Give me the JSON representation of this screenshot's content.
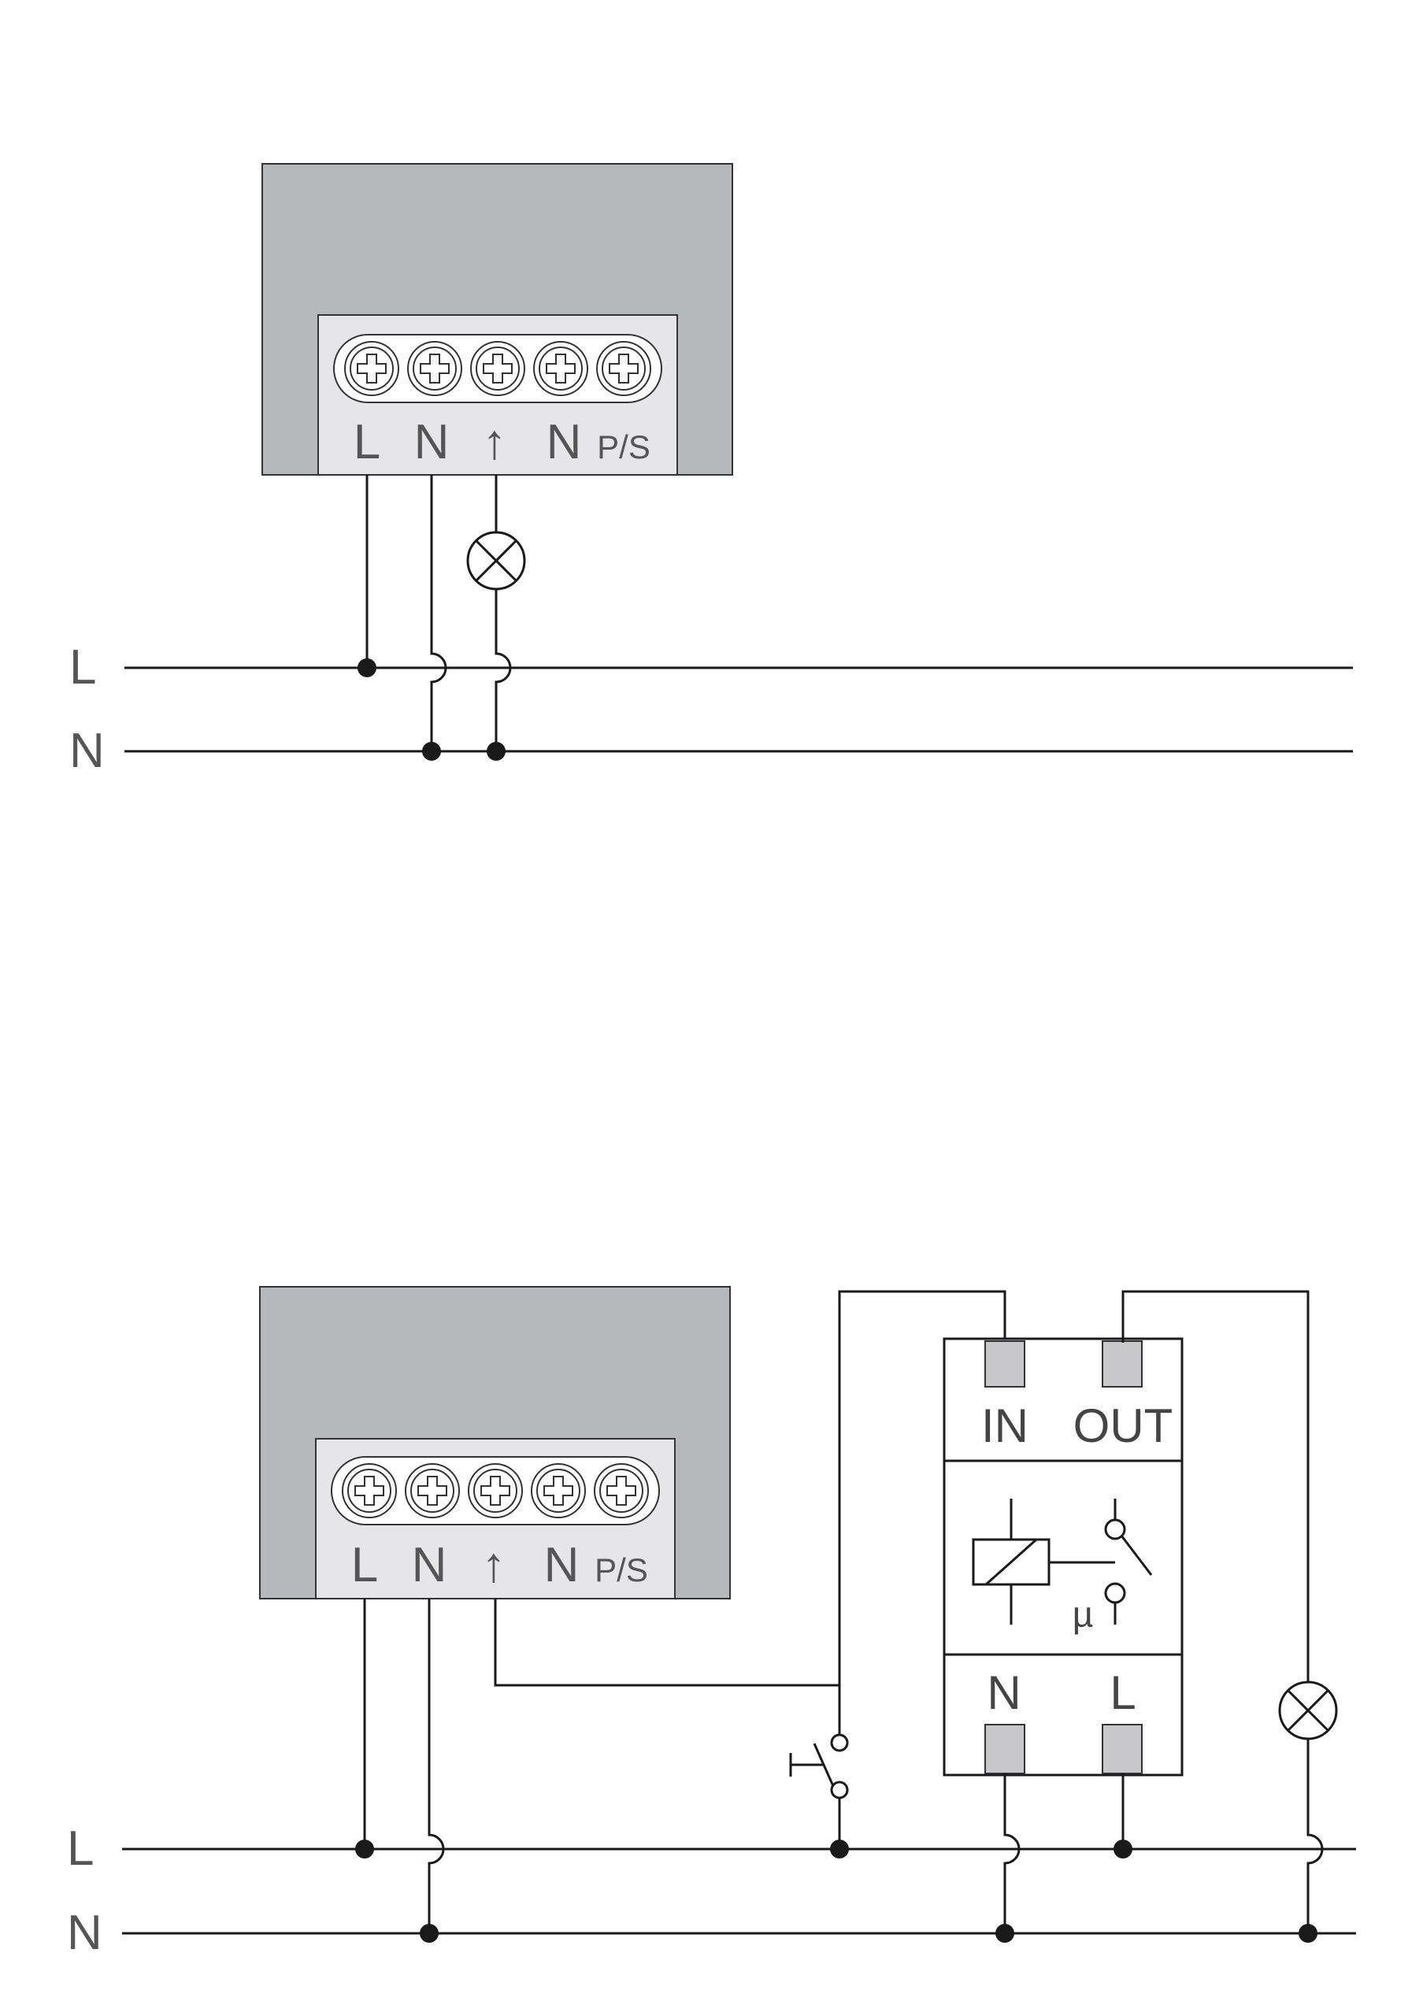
{
  "diagram_top": {
    "terminals": [
      "L",
      "N",
      "↑",
      "N",
      "P/S"
    ],
    "bus_labels": [
      "L",
      "N"
    ]
  },
  "diagram_bottom": {
    "terminals": [
      "L",
      "N",
      "↑",
      "N",
      "P/S"
    ],
    "bus_labels": [
      "L",
      "N"
    ],
    "relay": {
      "top_left": "IN",
      "top_right": "OUT",
      "bottom_left": "N",
      "bottom_right": "L",
      "contact_symbol": "µ"
    }
  },
  "icons": [
    "lamp-icon",
    "pushbutton-icon",
    "relay-coil-icon",
    "screw-terminal-icon"
  ]
}
